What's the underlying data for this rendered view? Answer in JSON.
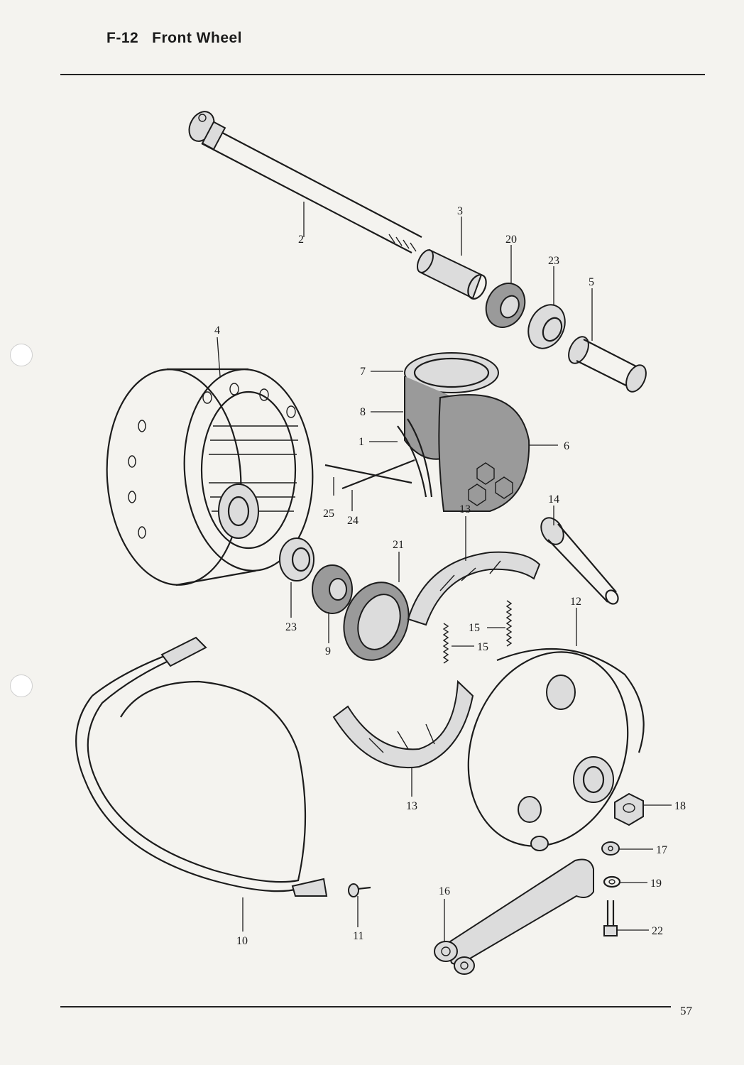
{
  "page": {
    "title": "F-12   Front Wheel",
    "page_number": "57"
  },
  "diagram": {
    "callouts": [
      {
        "id": "c1",
        "label": "1"
      },
      {
        "id": "c2",
        "label": "2"
      },
      {
        "id": "c3",
        "label": "3"
      },
      {
        "id": "c4",
        "label": "4"
      },
      {
        "id": "c5",
        "label": "5"
      },
      {
        "id": "c6",
        "label": "6"
      },
      {
        "id": "c7",
        "label": "7"
      },
      {
        "id": "c8",
        "label": "8"
      },
      {
        "id": "c9",
        "label": "9"
      },
      {
        "id": "c10",
        "label": "10"
      },
      {
        "id": "c11",
        "label": "11"
      },
      {
        "id": "c12",
        "label": "12"
      },
      {
        "id": "c13a",
        "label": "13"
      },
      {
        "id": "c13b",
        "label": "13"
      },
      {
        "id": "c14",
        "label": "14"
      },
      {
        "id": "c15a",
        "label": "15"
      },
      {
        "id": "c15b",
        "label": "15"
      },
      {
        "id": "c16",
        "label": "16"
      },
      {
        "id": "c17",
        "label": "17"
      },
      {
        "id": "c18",
        "label": "18"
      },
      {
        "id": "c19",
        "label": "19"
      },
      {
        "id": "c20",
        "label": "20"
      },
      {
        "id": "c21",
        "label": "21"
      },
      {
        "id": "c22",
        "label": "22"
      },
      {
        "id": "c23a",
        "label": "23"
      },
      {
        "id": "c23b",
        "label": "23"
      },
      {
        "id": "c24",
        "label": "24"
      },
      {
        "id": "c25",
        "label": "25"
      }
    ]
  }
}
